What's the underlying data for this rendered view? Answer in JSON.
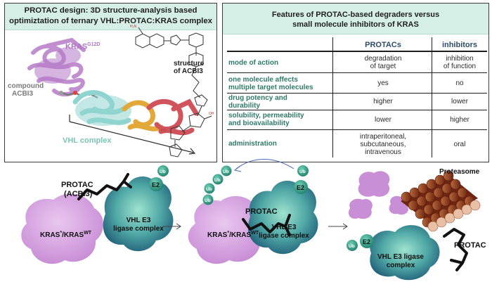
{
  "left_panel": {
    "title_line1": "PROTAC design: 3D structure-analysis based",
    "title_line2": "optimiztation of ternary VHL:PROTAC:KRAS complex",
    "kras_label": "KRAS",
    "kras_superscript": "G12D",
    "compound_line1": "compound",
    "compound_line2": "ACBI3",
    "structure_line1": "structure",
    "structure_line2": "of ACBI3",
    "vhl_complex_label": "VHL complex",
    "colors": {
      "kras": "#c18ed0",
      "vhl": "#8fd4cf",
      "accent": "#e2a83a",
      "helix_red": "#d1545d"
    }
  },
  "right_panel": {
    "title_line1": "Features of PROTAC-based degraders versus",
    "title_line2": "small molecule inhibitors of KRAS",
    "columns": [
      "PROTACs",
      "inhibitors"
    ],
    "rows": [
      {
        "label": [
          "mode of action"
        ],
        "protacs": [
          "degradation",
          "of target"
        ],
        "inhibitors": [
          "inhibition",
          "of function"
        ]
      },
      {
        "label": [
          "one molecule affects",
          "multiple target molecules"
        ],
        "protacs": [
          "yes"
        ],
        "inhibitors": [
          "no"
        ]
      },
      {
        "label": [
          "drug potency and",
          "durability"
        ],
        "protacs": [
          "higher"
        ],
        "inhibitors": [
          "lower"
        ]
      },
      {
        "label": [
          "solubility, permeability",
          "and bioavailability"
        ],
        "protacs": [
          "lower"
        ],
        "inhibitors": [
          "higher"
        ]
      },
      {
        "label": [
          "administration"
        ],
        "protacs": [
          "intraperitoneal,",
          "subcutaneous,",
          "intravenous"
        ],
        "inhibitors": [
          "oral"
        ]
      }
    ]
  },
  "bottom": {
    "protac_label": "PROTAC",
    "protac_sub": "(ACBI3)",
    "kras_label": "KRAS",
    "kras_sup1": "*",
    "kras_mid": "/KRAS",
    "kras_sup2": "WT",
    "vhl_line1": "VHL E3",
    "vhl_line2": "ligase complex",
    "e2_label": "E2",
    "ub_label": "Ub",
    "protac_label2": "PROTAC",
    "proteasome_label": "Proteasome",
    "vhl3_line1": "VHL E3 ligase",
    "vhl3_line2": "complex",
    "protac_label3": "PROTAC",
    "colors": {
      "kras": "#c98fd6",
      "vhl_dark": "#2a6f87",
      "vhl_light": "#8fd9c7",
      "ub": "#2f9f86",
      "proteasome": "#8a3a1f"
    }
  }
}
